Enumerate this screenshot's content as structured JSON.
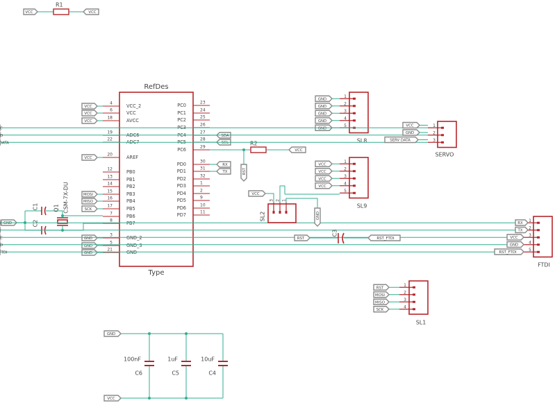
{
  "colors": {
    "part": "#b5262b",
    "wire": "#2fae8f",
    "label": "#8a8a8a",
    "text": "#444444"
  },
  "resistors": {
    "r1": {
      "name": "R1",
      "left": "VCC",
      "right": "VCC"
    },
    "r2": {
      "name": "R2",
      "net": "VCC",
      "rst": "RST"
    }
  },
  "mcu": {
    "refdes": "RefDes",
    "type": "Type",
    "left_pins": [
      {
        "num": "4",
        "name": "VCC_2",
        "net": "VCC"
      },
      {
        "num": "6",
        "name": "VCC",
        "net": "VCC"
      },
      {
        "num": "18",
        "name": "AVCC",
        "net": "VCC"
      },
      {
        "num": "19",
        "name": "ADC6",
        "net": ""
      },
      {
        "num": "22",
        "name": "ADC7",
        "net": ""
      },
      {
        "num": "20",
        "name": "AREF",
        "net": "VCC"
      },
      {
        "num": "12",
        "name": "PB0",
        "net": ""
      },
      {
        "num": "13",
        "name": "PB1",
        "net": ""
      },
      {
        "num": "14",
        "name": "PB2",
        "net": ""
      },
      {
        "num": "15",
        "name": "PB3",
        "net": "MOSI"
      },
      {
        "num": "16",
        "name": "PB4",
        "net": "MISO"
      },
      {
        "num": "17",
        "name": "PB5",
        "net": "SCK"
      },
      {
        "num": "7",
        "name": "PB6",
        "net": ""
      },
      {
        "num": "8",
        "name": "PB7",
        "net": ""
      },
      {
        "num": "3",
        "name": "GND_2",
        "net": "GND"
      },
      {
        "num": "5",
        "name": "GND_3",
        "net": "GND"
      },
      {
        "num": "21",
        "name": "GND",
        "net": "GND"
      }
    ],
    "right_pins": [
      {
        "num": "23",
        "name": "PC0",
        "net": ""
      },
      {
        "num": "24",
        "name": "PC1",
        "net": ""
      },
      {
        "num": "25",
        "name": "PC2",
        "net": ""
      },
      {
        "num": "26",
        "name": "PC3",
        "net": ""
      },
      {
        "num": "27",
        "name": "PC4",
        "net": "SDA"
      },
      {
        "num": "28",
        "name": "PC5",
        "net": "SCL"
      },
      {
        "num": "29",
        "name": "PC6",
        "net": ""
      },
      {
        "num": "30",
        "name": "PD0",
        "net": "RX"
      },
      {
        "num": "31",
        "name": "PD1",
        "net": "TX"
      },
      {
        "num": "32",
        "name": "PD2",
        "net": ""
      },
      {
        "num": "1",
        "name": "PD3",
        "net": ""
      },
      {
        "num": "2",
        "name": "PD4",
        "net": ""
      },
      {
        "num": "9",
        "name": "PD5",
        "net": ""
      },
      {
        "num": "10",
        "name": "PD6",
        "net": ""
      },
      {
        "num": "11",
        "name": "PD7",
        "net": ""
      }
    ]
  },
  "crystal": {
    "c1": "C1",
    "c2": "C2",
    "q1": "Q1",
    "part": "CSM-7X-DU",
    "gnd": "GND"
  },
  "headers": {
    "sl8": {
      "name": "SL8",
      "pins": [
        "1",
        "2",
        "3",
        "4",
        "5"
      ],
      "nets": [
        "GND",
        "GND",
        "GND",
        "GND",
        "GND"
      ]
    },
    "sl9": {
      "name": "SL9",
      "pins": [
        "1",
        "2",
        "3",
        "4",
        "5"
      ],
      "nets": [
        "VCC",
        "VCC",
        "VCC",
        "VCC",
        ""
      ]
    },
    "servo": {
      "name": "SERVO",
      "pins": [
        "1",
        "2",
        "3"
      ],
      "nets": [
        "VCC",
        "GND",
        "SERV DATA"
      ]
    },
    "ftdi": {
      "name": "FTDI",
      "pins": [
        "1",
        "2",
        "3",
        "4",
        "5"
      ],
      "nets": [
        "RX",
        "TX",
        "VCC",
        "GND",
        "RST_FTDI"
      ]
    },
    "sl1": {
      "name": "SL1",
      "pins": [
        "1",
        "2",
        "3",
        "4"
      ],
      "nets": [
        "RST",
        "MOSI",
        "MISO",
        "SCK"
      ]
    },
    "sl2": {
      "name": "SL2",
      "pins": [
        "3",
        "2",
        "1"
      ],
      "vcc": "VCC",
      "gnd": "GND"
    }
  },
  "c3": {
    "name": "C3",
    "left": "RST",
    "right": "RST_FTDI"
  },
  "caps": [
    {
      "name": "C6",
      "value": "100nF"
    },
    {
      "name": "C5",
      "value": "1uF"
    },
    {
      "name": "C4",
      "value": "10uF"
    }
  ],
  "rails": {
    "top": "GND",
    "bottom": "VCC"
  }
}
